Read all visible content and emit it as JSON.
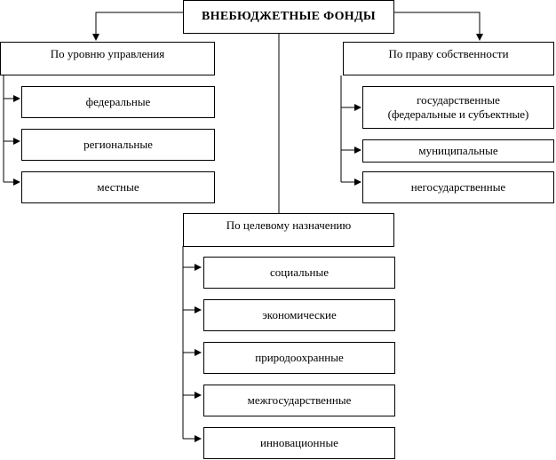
{
  "root": {
    "label": "ВНЕБЮДЖЕТНЫЕ ФОНДЫ"
  },
  "left_group": {
    "title": "По уровню управления",
    "items": [
      "федеральные",
      "региональные",
      "местные"
    ]
  },
  "right_group": {
    "title": "По праву собственности",
    "items": [
      {
        "line1": "государственные",
        "line2": "(федеральные и субъектные)"
      },
      {
        "line1": "муниципальные",
        "line2": ""
      },
      {
        "line1": "негосударственные",
        "line2": ""
      }
    ]
  },
  "center_group": {
    "title": "По целевому назначению",
    "items": [
      "социальные",
      "экономические",
      "природоохранные",
      "межгосударственные",
      "инновационные"
    ]
  }
}
